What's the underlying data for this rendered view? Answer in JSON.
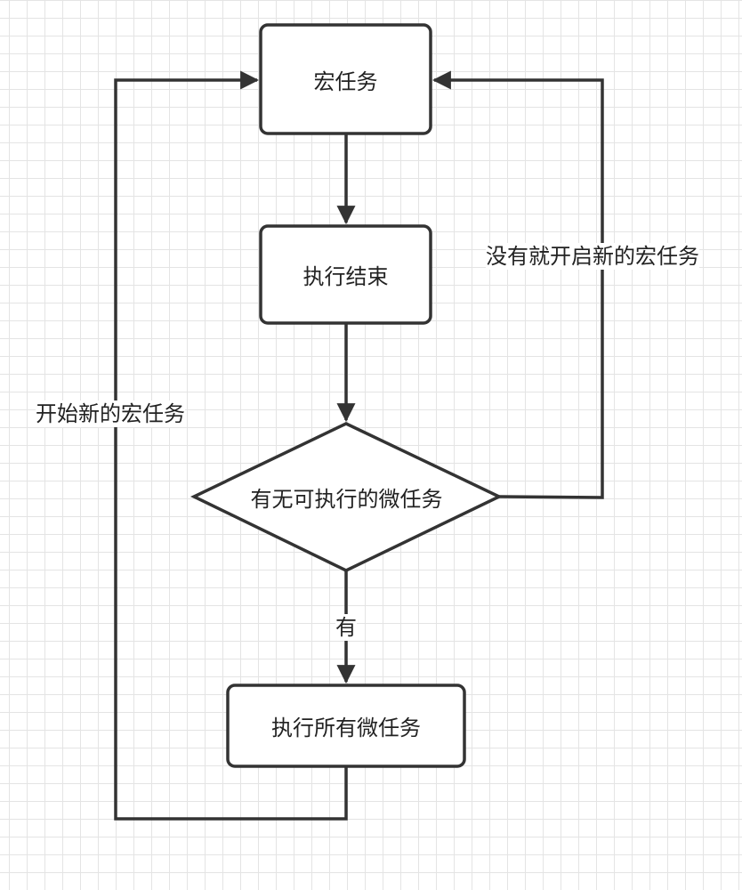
{
  "diagram": {
    "nodes": {
      "macro_task": "宏任务",
      "exec_end": "执行结束",
      "has_micro": "有无可执行的微任务",
      "exec_all_micro": "执行所有微任务"
    },
    "edge_labels": {
      "yes": "有",
      "none_start_new": "没有就开启新的宏任务",
      "start_new": "开始新的宏任务"
    }
  }
}
